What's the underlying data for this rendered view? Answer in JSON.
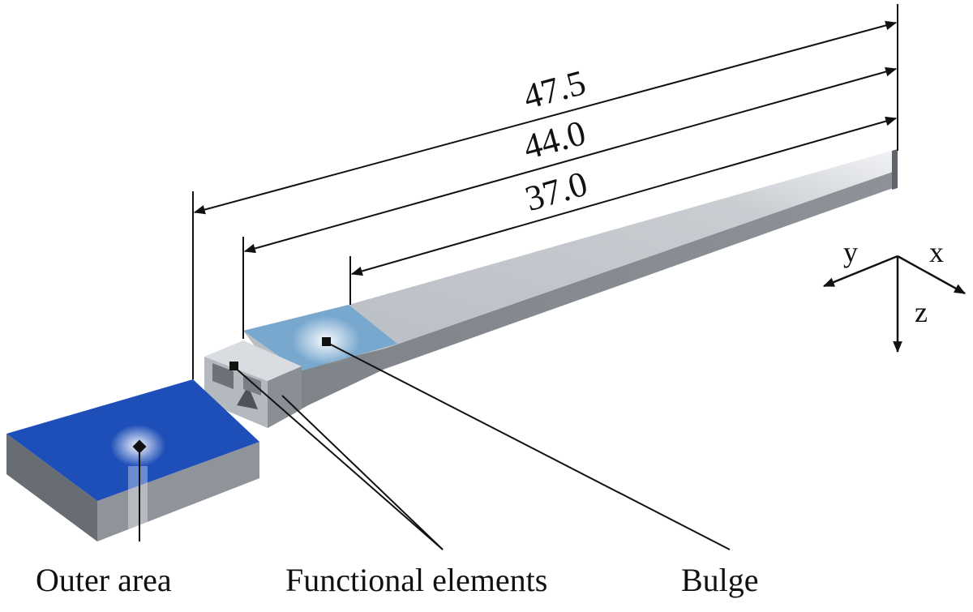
{
  "dimensions": {
    "d1": "47.5",
    "d2": "44.0",
    "d3": "37.0"
  },
  "callouts": {
    "outer": "Outer area",
    "functional": "Functional elements",
    "bulge": "Bulge"
  },
  "axes": {
    "x": "x",
    "y": "y",
    "z": "z"
  },
  "colors": {
    "outer_area": "#1e4fb8",
    "bulge_area": "#79a8cf",
    "body_top": "#b8bdc4",
    "body_side": "#7d8289",
    "body_dark": "#5f646b"
  }
}
